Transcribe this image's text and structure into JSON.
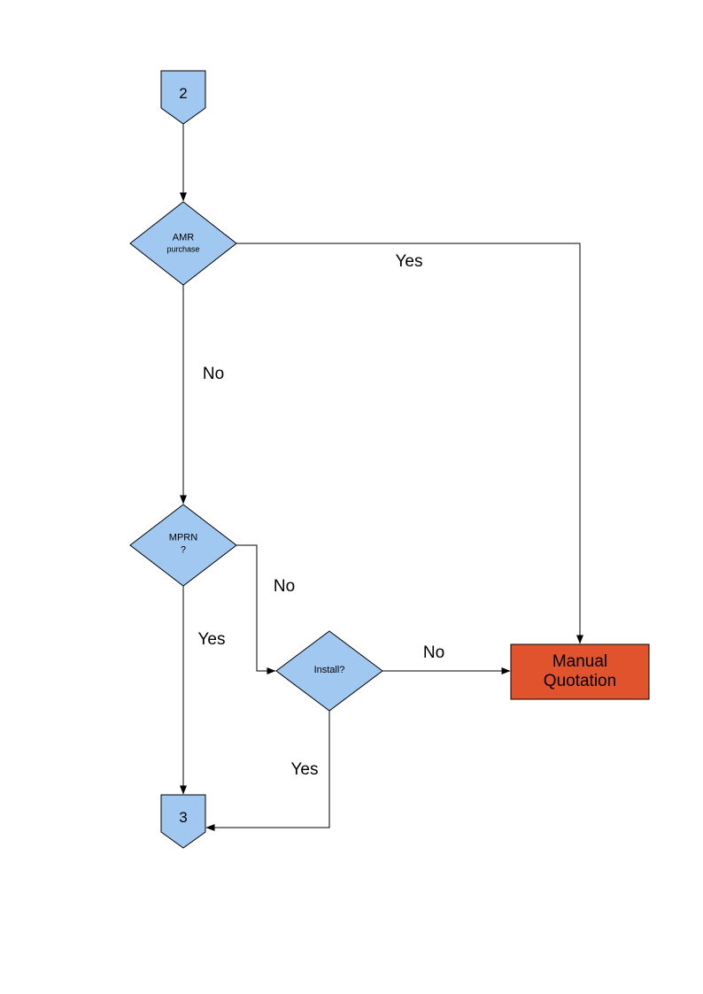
{
  "flowchart": {
    "nodes": {
      "connector_top": {
        "label": "2"
      },
      "decision_amr": {
        "line1": "AMR",
        "line2": "purchase"
      },
      "decision_mprn": {
        "line1": "MPRN",
        "line2": "?"
      },
      "decision_install": {
        "label": "Install?"
      },
      "manual_quotation": {
        "label": "Manual Quotation"
      },
      "connector_bottom": {
        "label": "3"
      }
    },
    "edge_labels": {
      "amr_yes": "Yes",
      "amr_no": "No",
      "mprn_no": "No",
      "mprn_yes": "Yes",
      "install_no": "No",
      "install_yes": "Yes"
    },
    "colors": {
      "node_fill": "#A0C8F0",
      "node_border": "#000000",
      "manual_quotation_fill": "#E0532D",
      "line": "#000000"
    }
  }
}
